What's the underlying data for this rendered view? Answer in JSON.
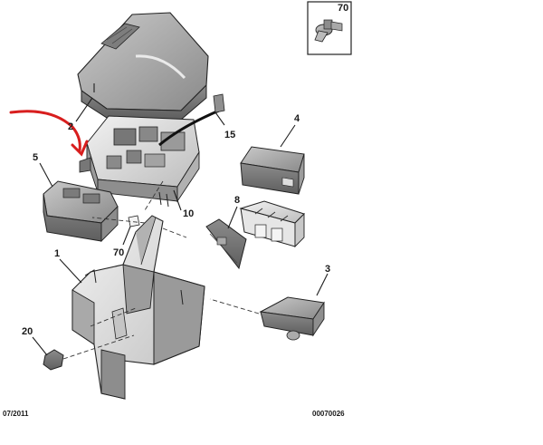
{
  "callouts": {
    "c70_top": "70",
    "c2": "2",
    "c15": "15",
    "c4": "4",
    "c5": "5",
    "c10": "10",
    "c8": "8",
    "c70_mid": "70",
    "c1": "1",
    "c3": "3",
    "c20": "20"
  },
  "footer": {
    "date": "07/2011",
    "reference": "00070026"
  },
  "colors": {
    "part_fill": "#9a9a9a",
    "part_dark": "#6e6e6e",
    "part_light": "#c4c4c4",
    "highlight_arrow": "#d81e1e"
  },
  "icons": [
    "clip-icon",
    "red-arrow-icon"
  ]
}
